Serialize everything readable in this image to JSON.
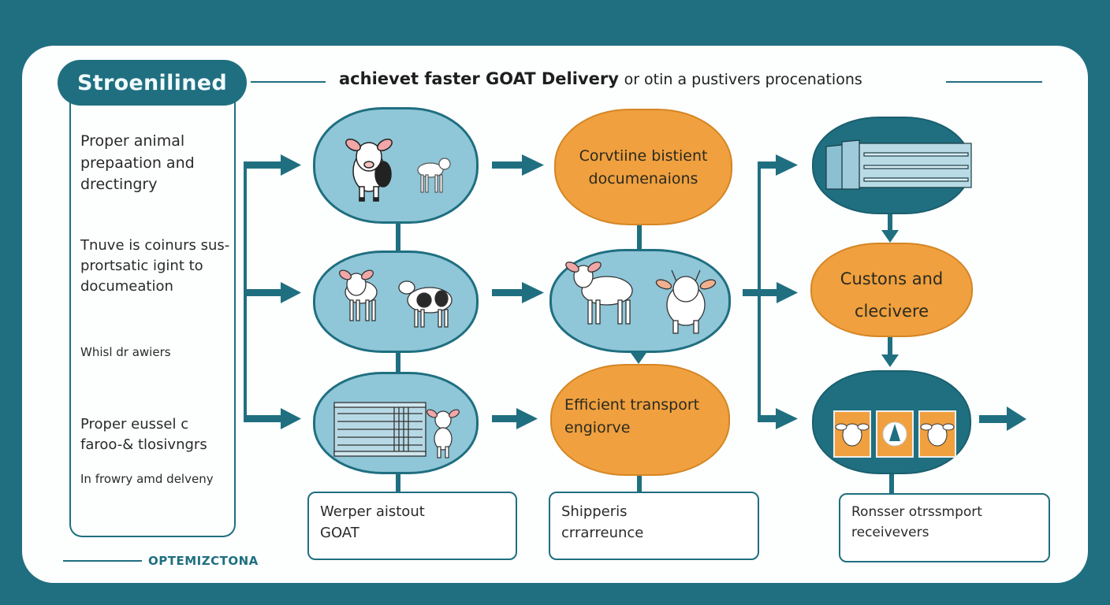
{
  "header": {
    "title": "Stroenilined",
    "subtitle_bold": "achievet faster GOAT Delivery",
    "subtitle_light": "or otin a pustivers procenations"
  },
  "left_panel": {
    "items": [
      {
        "text": "Proper animal prepaation and drectingry"
      },
      {
        "text": "Tnuve is coinurs sus-prortsatic igint to documeation"
      },
      {
        "text": "Whisl dr awiers"
      },
      {
        "text": "Proper eussel c faroo-& tlosivngrs"
      },
      {
        "text": "In frowry amd delveny"
      }
    ]
  },
  "footer": {
    "label": "OPTEMIZCTONA"
  },
  "nodes": {
    "col1": [
      {
        "type": "image",
        "icons": [
          "calf-icon",
          "lamb-icon"
        ]
      },
      {
        "type": "image",
        "icons": [
          "calf-icon",
          "spotted-goat-icon"
        ]
      },
      {
        "type": "image",
        "icons": [
          "crate-icon",
          "goat-kid-icon"
        ]
      }
    ],
    "col2": [
      {
        "type": "text",
        "text": "Corvtiine bistient documenaions"
      },
      {
        "type": "image",
        "icons": [
          "sheep-icon",
          "cow-icon"
        ]
      },
      {
        "type": "text",
        "text": "Efficient transport engiorve"
      }
    ],
    "col3": [
      {
        "type": "image",
        "icons": [
          "warehouse-icon"
        ]
      },
      {
        "type": "text",
        "text": "Custons and clecivere"
      },
      {
        "type": "image",
        "icons": [
          "goat-card-icon",
          "compass-card-icon",
          "goat-card-icon"
        ]
      }
    ]
  },
  "boxes": [
    {
      "line1": "Werper aistout",
      "line2": "GOAT"
    },
    {
      "line1": "Shipperis",
      "line2": "crrarreunce"
    },
    {
      "line1": "Ronsser otrssmport",
      "line2": "receivevers"
    }
  ],
  "colors": {
    "teal": "#1f6f80",
    "light_blue": "#8fc6d8",
    "orange": "#f0a03e",
    "background": "#fdfefe"
  }
}
